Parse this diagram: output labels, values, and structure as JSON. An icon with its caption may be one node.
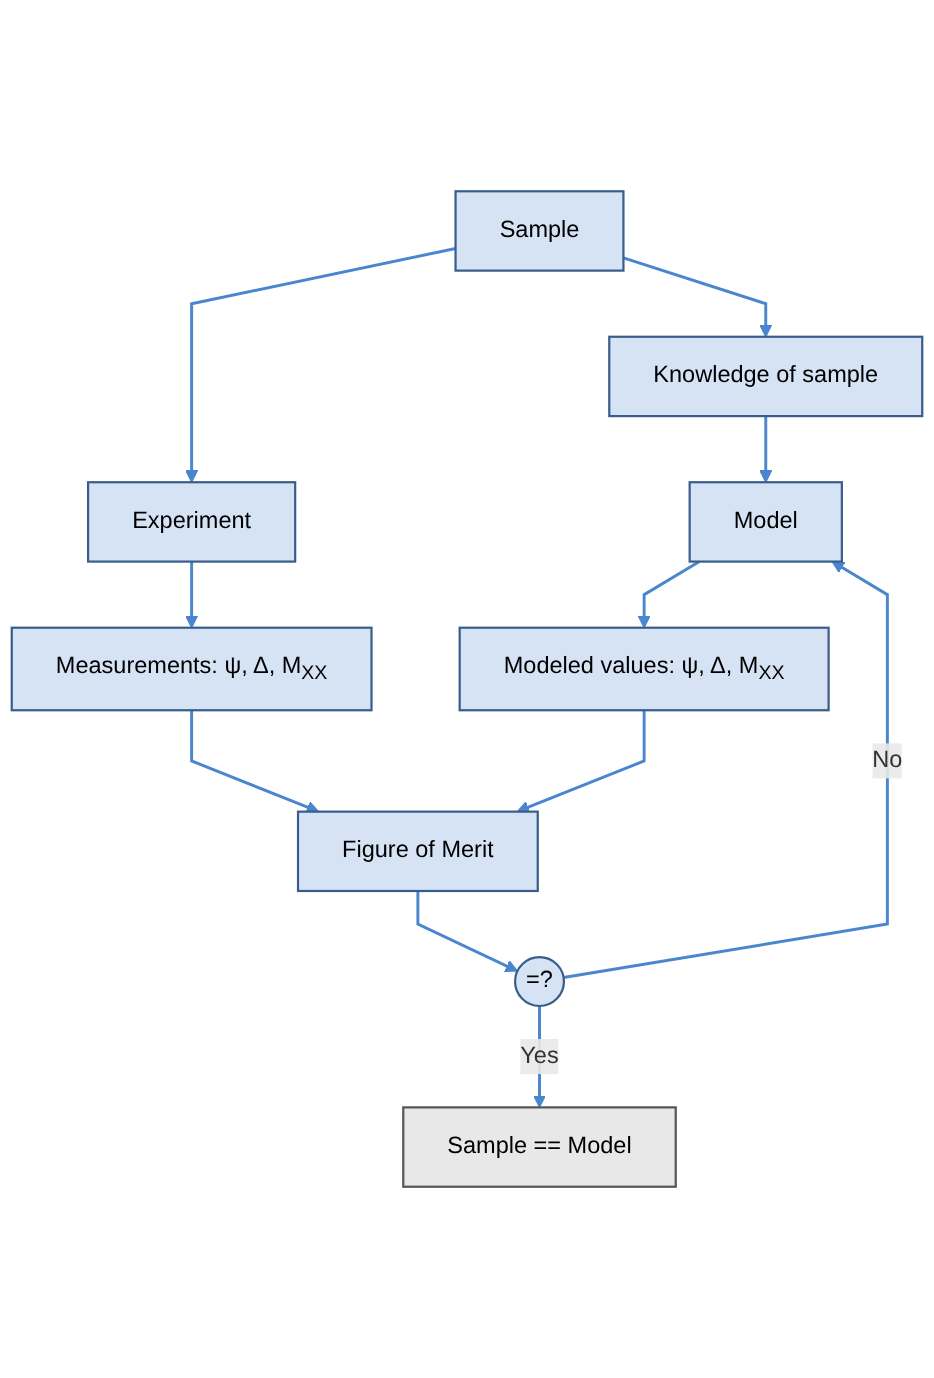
{
  "diagram": {
    "nodes": [
      {
        "text": [
          "Sample"
        ]
      },
      {
        "text": [
          "Knowledge of sample"
        ]
      },
      {
        "text": [
          "Experiment"
        ]
      },
      {
        "text": [
          "Model"
        ]
      },
      {
        "text": [
          "Measurements: ψ, Δ, M$_{XX}$"
        ]
      },
      {
        "text": [
          "Modeled values: ψ, Δ, M$_{XX}$"
        ]
      },
      {
        "text": [
          "Figure of Merit"
        ]
      },
      {
        "text": [
          "=?"
        ]
      },
      {
        "text": [
          "Sample == Model"
        ]
      }
    ],
    "edges": [
      {
        "from": 0,
        "to": 1,
        "arrow": "to"
      },
      {
        "from": 0,
        "to": 2,
        "arrow": "to"
      },
      {
        "from": 1,
        "to": 3,
        "arrow": "to"
      },
      {
        "from": 2,
        "to": 4,
        "arrow": "to"
      },
      {
        "from": 3,
        "to": 5,
        "arrow": "to"
      },
      {
        "from": 4,
        "to": 6,
        "arrow": "to"
      },
      {
        "from": 5,
        "to": 6,
        "arrow": "to"
      },
      {
        "from": 6,
        "to": 7,
        "arrow": "to"
      },
      {
        "from": 7,
        "to": 3,
        "label": "No",
        "arrow": "to"
      },
      {
        "from": 7,
        "to": 8,
        "label": "Yes",
        "arrow": "to"
      }
    ]
  }
}
